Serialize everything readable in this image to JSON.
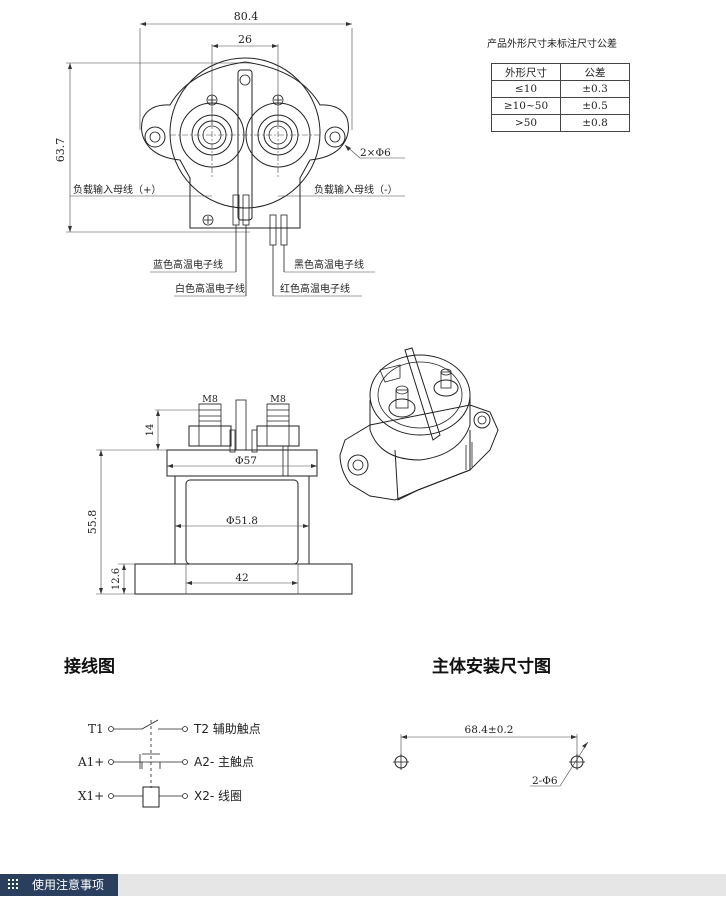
{
  "top_view": {
    "dim_width": "80.4",
    "dim_terminal_spacing": "26",
    "dim_height": "63.7",
    "hole_callout": "2×Φ6",
    "label_pos_busbar": "负载输入母线（+）",
    "label_neg_busbar": "负载输入母线（-）",
    "label_blue_wire": "蓝色高温电子线",
    "label_white_wire": "白色高温电子线",
    "label_black_wire": "黑色高温电子线",
    "label_red_wire": "红色高温电子线"
  },
  "tolerance": {
    "title": "产品外形尺寸未标注尺寸公差",
    "headers": [
      "外形尺寸",
      "公差"
    ],
    "rows": [
      [
        "≤10",
        "±0.3"
      ],
      [
        "≥10~50",
        "±0.5"
      ],
      [
        ">50",
        "±0.8"
      ]
    ]
  },
  "side_view": {
    "thread_left": "M8",
    "thread_right": "M8",
    "dim_terminal_height": "14",
    "dim_flange_dia": "Φ57",
    "dim_body_dia": "Φ51.8",
    "dim_total_height": "55.8",
    "dim_base_height": "12.6",
    "dim_base_width": "42"
  },
  "wiring": {
    "heading": "接线图",
    "row1_left": "T1",
    "row1_right": "T2  辅助触点",
    "row2_left": "A1+",
    "row2_right": "A2- 主触点",
    "row3_left": "X1+",
    "row3_right": "X2- 线圈"
  },
  "mounting": {
    "heading": "主体安装尺寸图",
    "dim_spacing": "68.4±0.2",
    "hole_callout": "2-Φ6"
  },
  "footer": {
    "label": "使用注意事项",
    "bar_color": "#2a3f5e"
  }
}
